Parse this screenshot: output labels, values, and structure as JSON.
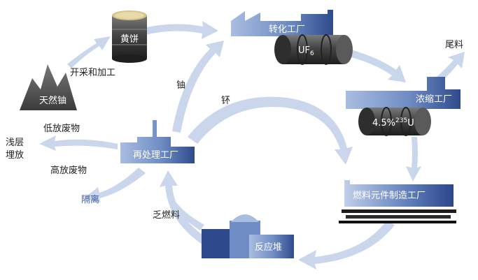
{
  "nodes": {
    "natural_uranium": "天然铀",
    "mining": "开采和加工",
    "yellowcake": "黄饼",
    "conversion": "转化工厂",
    "uf6": "UF",
    "uf6_sub": "6",
    "tailings": "尾料",
    "enrichment": "浓缩工厂",
    "enriched_main": "4.5%",
    "enriched_sup": "235",
    "enriched_u": "U",
    "fuel_fab": "燃料元件制造工厂",
    "reactor": "反应堆",
    "reprocessing": "再处理工厂",
    "shallow_line1": "浅层",
    "shallow_line2": "埋放",
    "low_waste": "低放废物",
    "high_waste": "高放废物",
    "isolation": "隔离"
  },
  "flows": {
    "uranium": "铀",
    "plutonium": "钚",
    "spent_fuel": "乏燃料"
  },
  "colors": {
    "arrow": "#c9d6ec",
    "factory_dark": "#3a5596",
    "factory_light": "#a9bde0",
    "tank": "#4a4a4a",
    "isolation_text": "#3a5fa8"
  }
}
